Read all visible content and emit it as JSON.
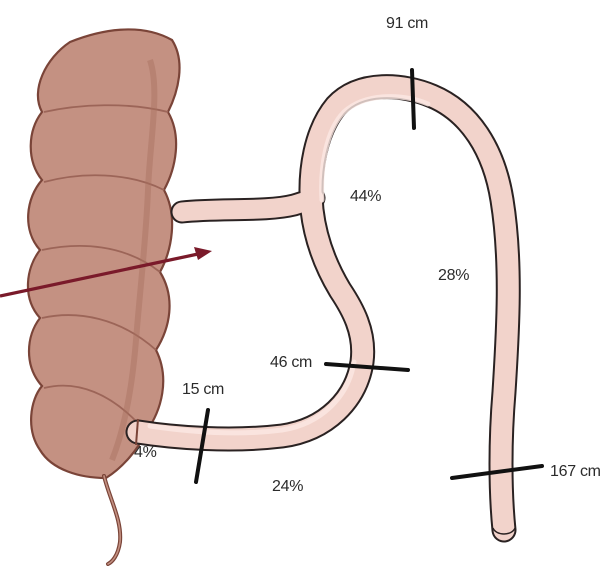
{
  "diagram": {
    "colors": {
      "colon_fill": "#c49182",
      "colon_edge": "#7a4438",
      "colon_shadow": "#9c6558",
      "bowel_fill": "#f2d3cb",
      "bowel_edge": "#2a2222",
      "marker": "#111111",
      "arrow": "#7a1a2a"
    },
    "labels": {
      "mark_91": "91 cm",
      "mark_15": "15 cm",
      "mark_46": "46 cm",
      "mark_167": "167 cm",
      "pct_44": "44%",
      "pct_28": "28%",
      "pct_24": "24%",
      "pct_4": "4%"
    }
  }
}
